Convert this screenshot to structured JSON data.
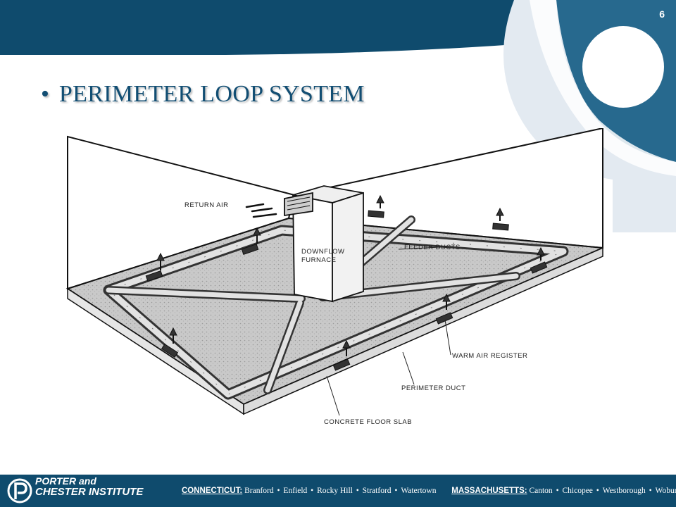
{
  "slide": {
    "number": "6",
    "title": "PERIMETER LOOP SYSTEM",
    "bullet": "•"
  },
  "colors": {
    "brand_blue": "#0f4b6d",
    "title_blue": "#124e73",
    "decor_light": "#e3eaf1",
    "decor_mid": "#27698e"
  },
  "diagram": {
    "labels": {
      "return_air": "RETURN AIR",
      "furnace_line1": "DOWNFLOW",
      "furnace_line2": "FURNACE",
      "feeder_ducts": "FEEDER DUCTS",
      "warm_air_register": "WARM AIR REGISTER",
      "perimeter_duct": "PERIMETER DUCT",
      "concrete_floor_slab": "CONCRETE FLOOR SLAB"
    }
  },
  "footer": {
    "brand_line1": "PORTER and",
    "brand_line2": "CHESTER INSTITUTE",
    "logo_icon": "pc-logo-icon",
    "connecticut_label": "CONNECTICUT:",
    "connecticut_towns": [
      "Branford",
      "Enfield",
      "Rocky Hill",
      "Stratford",
      "Watertown"
    ],
    "massachusetts_label": "MASSACHUSETTS:",
    "massachusetts_towns": [
      "Canton",
      "Chicopee",
      "Westborough",
      "Woburn"
    ]
  }
}
